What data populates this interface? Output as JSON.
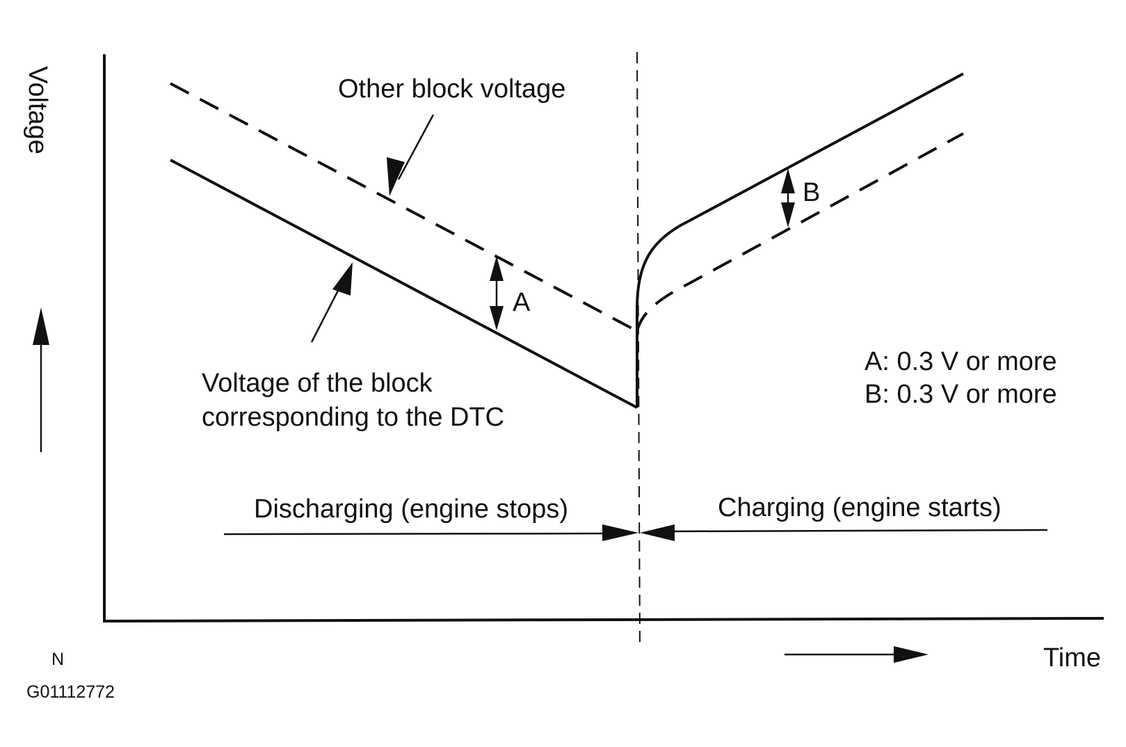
{
  "labels": {
    "y_axis": "Voltage",
    "x_axis": "Time",
    "other_block": "Other block voltage",
    "dtc_block_line1": "Voltage of the block",
    "dtc_block_line2": "corresponding to the DTC",
    "discharging": "Discharging (engine stops)",
    "charging": "Charging (engine starts)",
    "marker_a": "A",
    "marker_b": "B",
    "note_a": "A: 0.3 V or more",
    "note_b": "B: 0.3 V or more",
    "corner_n": "N",
    "figure_id": "G01112772"
  },
  "colors": {
    "ink": "#111111",
    "background": "#ffffff"
  }
}
